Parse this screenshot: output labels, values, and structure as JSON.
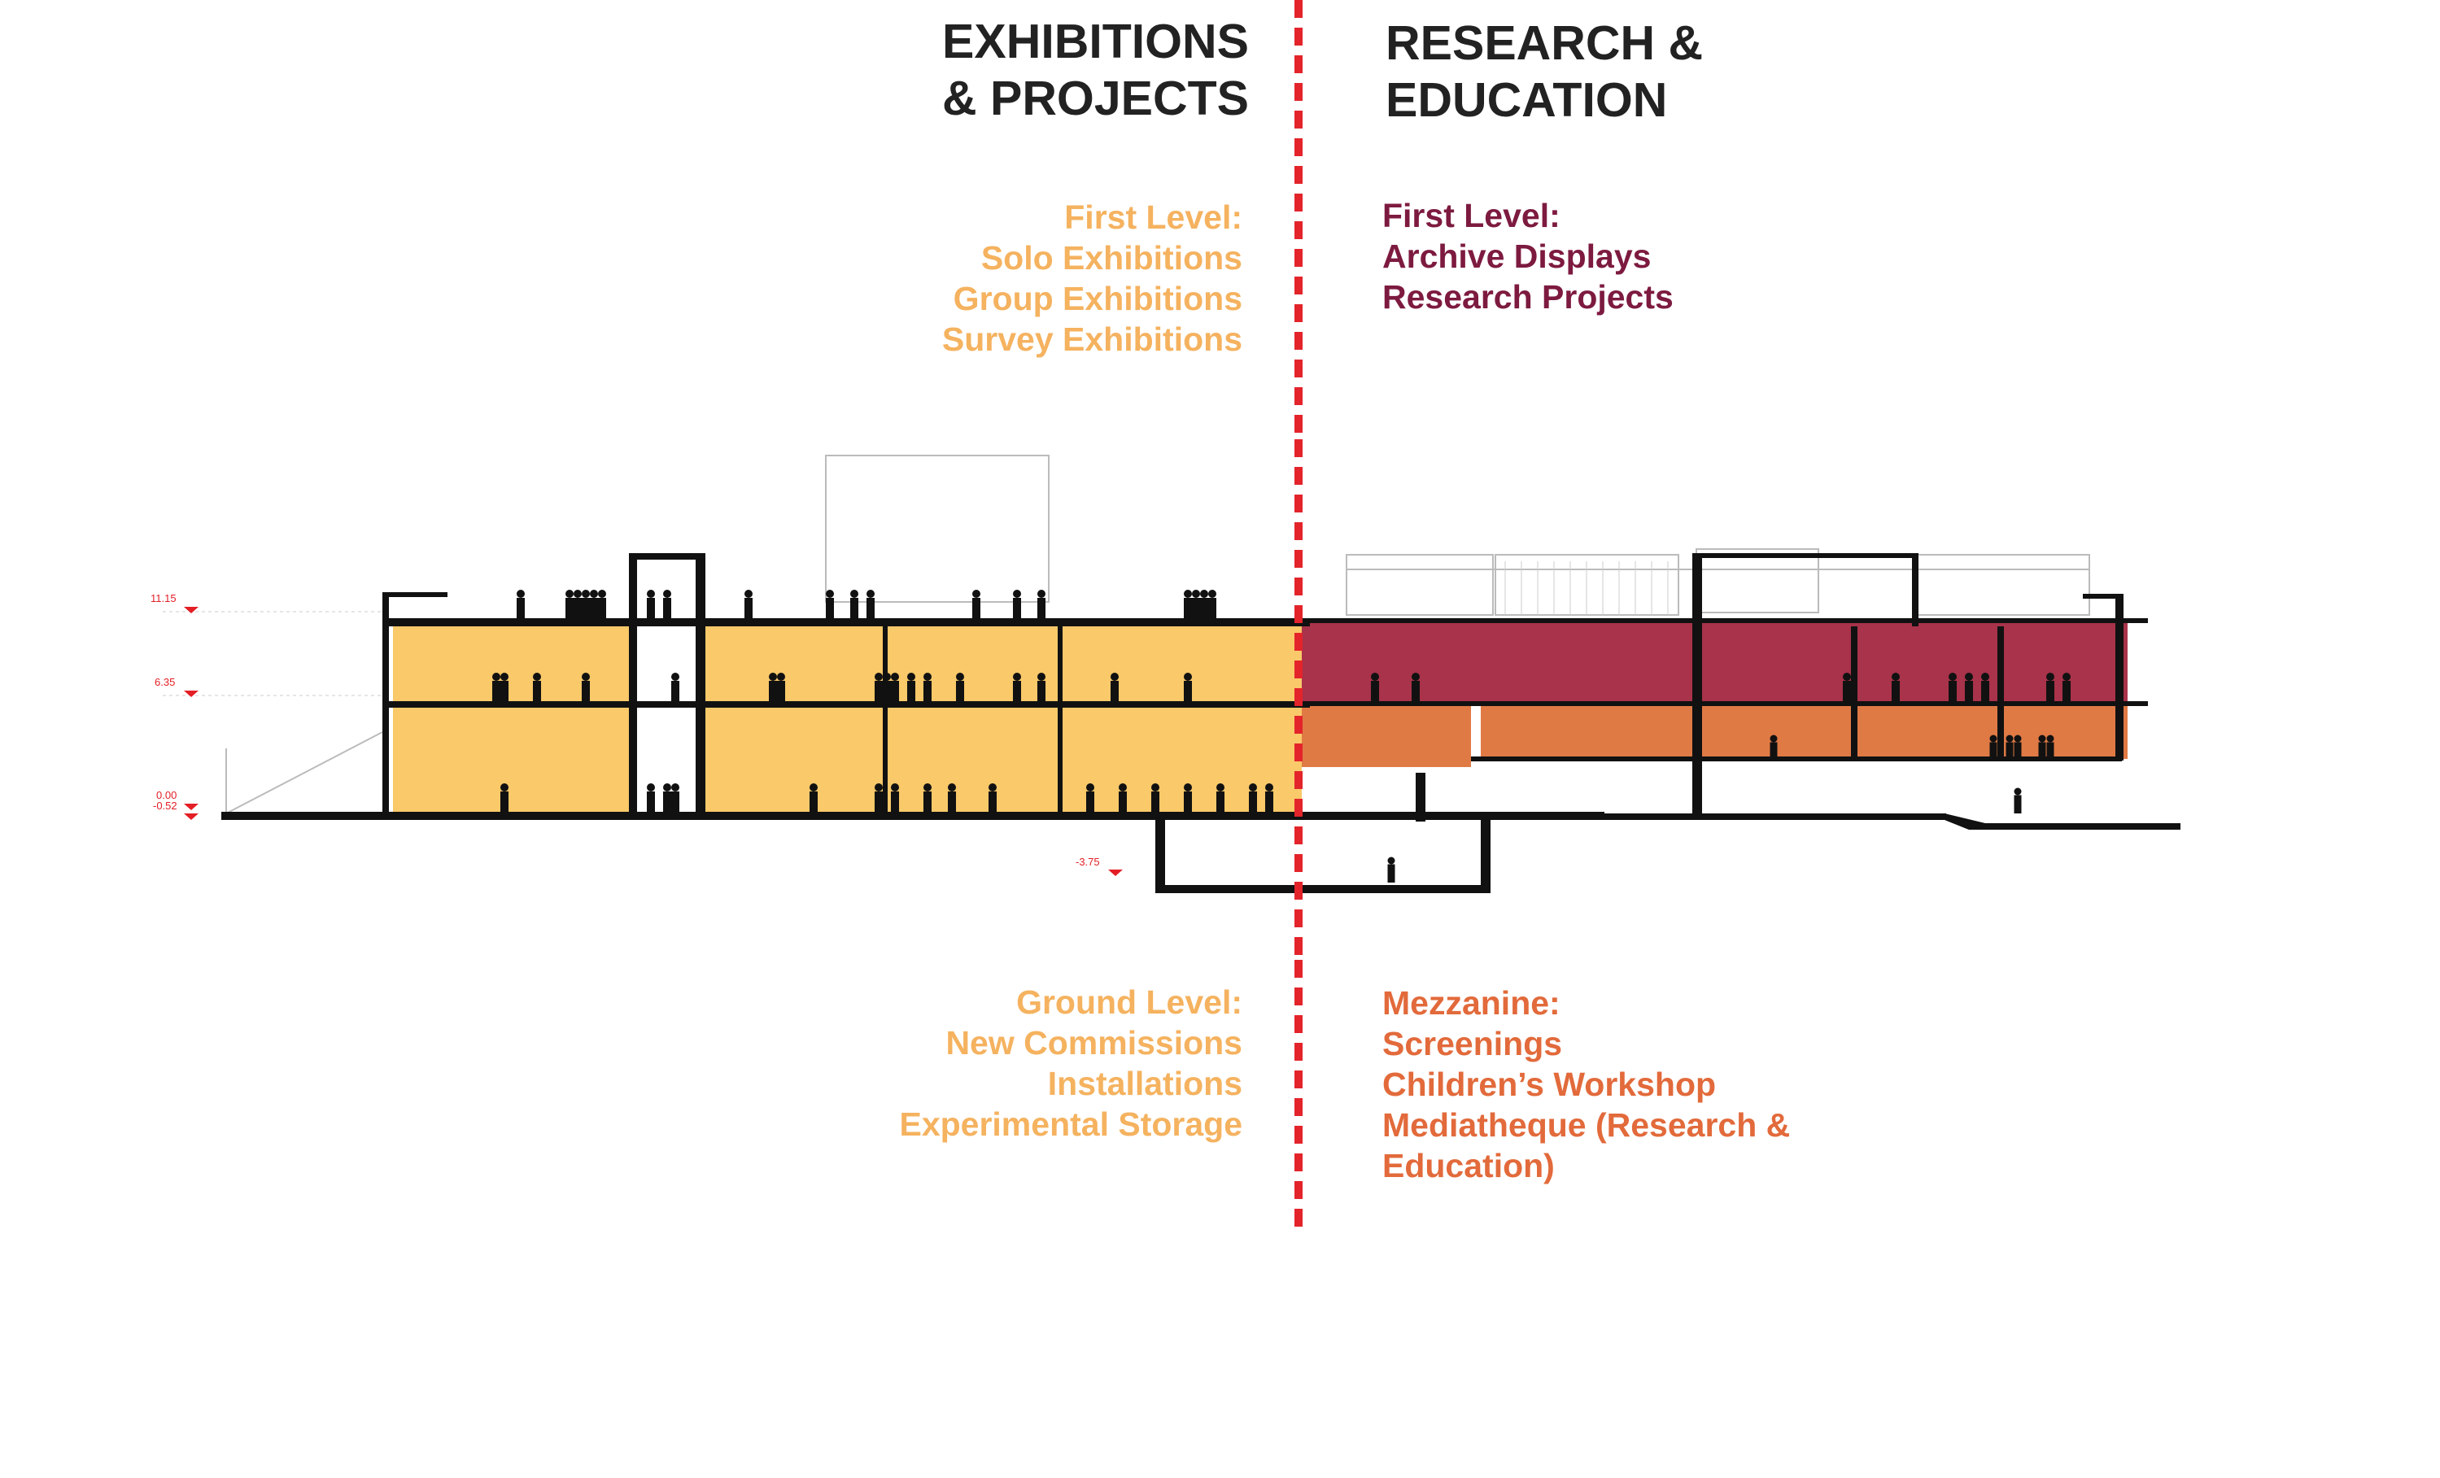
{
  "headings": {
    "left": [
      "EXHIBITIONS",
      "& PROJECTS"
    ],
    "right": [
      "RESEARCH &",
      "EDUCATION"
    ]
  },
  "blocks": {
    "first_level_left": {
      "lines": [
        "First Level:",
        "Solo Exhibitions",
        "Group Exhibitions",
        "Survey Exhibitions"
      ],
      "color": "#f5b25f"
    },
    "first_level_right": {
      "lines": [
        "First Level:",
        "Archive Displays",
        "Research Projects"
      ],
      "color": "#7d1a3f"
    },
    "ground_level_left": {
      "lines": [
        "Ground Level:",
        "New Commissions",
        "Installations",
        "Experimental Storage"
      ],
      "color": "#f5b25f"
    },
    "mezzanine_right": {
      "lines": [
        "Mezzanine:",
        "Screenings",
        "Children’s Workshop",
        "Mediatheque (Research &",
        "Education)"
      ],
      "color": "#e26a3b"
    }
  },
  "level_markers": [
    "11.15",
    "6.35",
    "0.00",
    "-0.52",
    "-3.75"
  ],
  "colors": {
    "exhibitions": "#f9c96a",
    "research_upper": "#a8334a",
    "research_lower": "#e07a45",
    "divider": "#e3242b",
    "structure": "#111111"
  }
}
